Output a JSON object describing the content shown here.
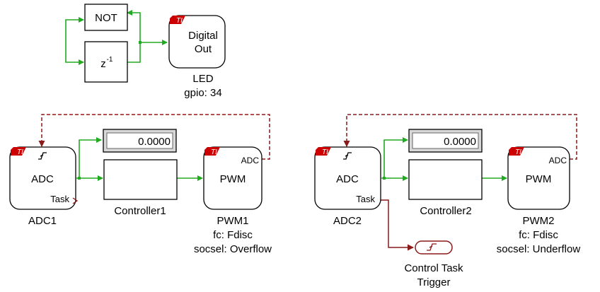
{
  "colors": {
    "signal": "#22aa22",
    "trigger": "#8b1a1a",
    "ti_badge": "#cc0000"
  },
  "top": {
    "not_label": "NOT",
    "delay_label": "z",
    "delay_exp": "-1",
    "digital_out_line1": "Digital",
    "digital_out_line2": "Out",
    "led_name": "LED",
    "led_param": "gpio: 34"
  },
  "ti_badge": "TI",
  "left": {
    "adc_label": "ADC",
    "adc_task_port": "Task",
    "adc_name": "ADC1",
    "display_value": "0.0000",
    "controller_name": "Controller1",
    "pwm_label": "PWM",
    "pwm_adc_port": "ADC",
    "pwm_name": "PWM1",
    "pwm_param1": "fc: Fdisc",
    "pwm_param2": "socsel: Overflow"
  },
  "right": {
    "adc_label": "ADC",
    "adc_task_port": "Task",
    "adc_name": "ADC2",
    "display_value": "0.0000",
    "controller_name": "Controller2",
    "pwm_label": "PWM",
    "pwm_adc_port": "ADC",
    "pwm_name": "PWM2",
    "pwm_param1": "fc: Fdisc",
    "pwm_param2": "socsel: Underflow",
    "trigger_line1": "Control Task",
    "trigger_line2": "Trigger"
  }
}
